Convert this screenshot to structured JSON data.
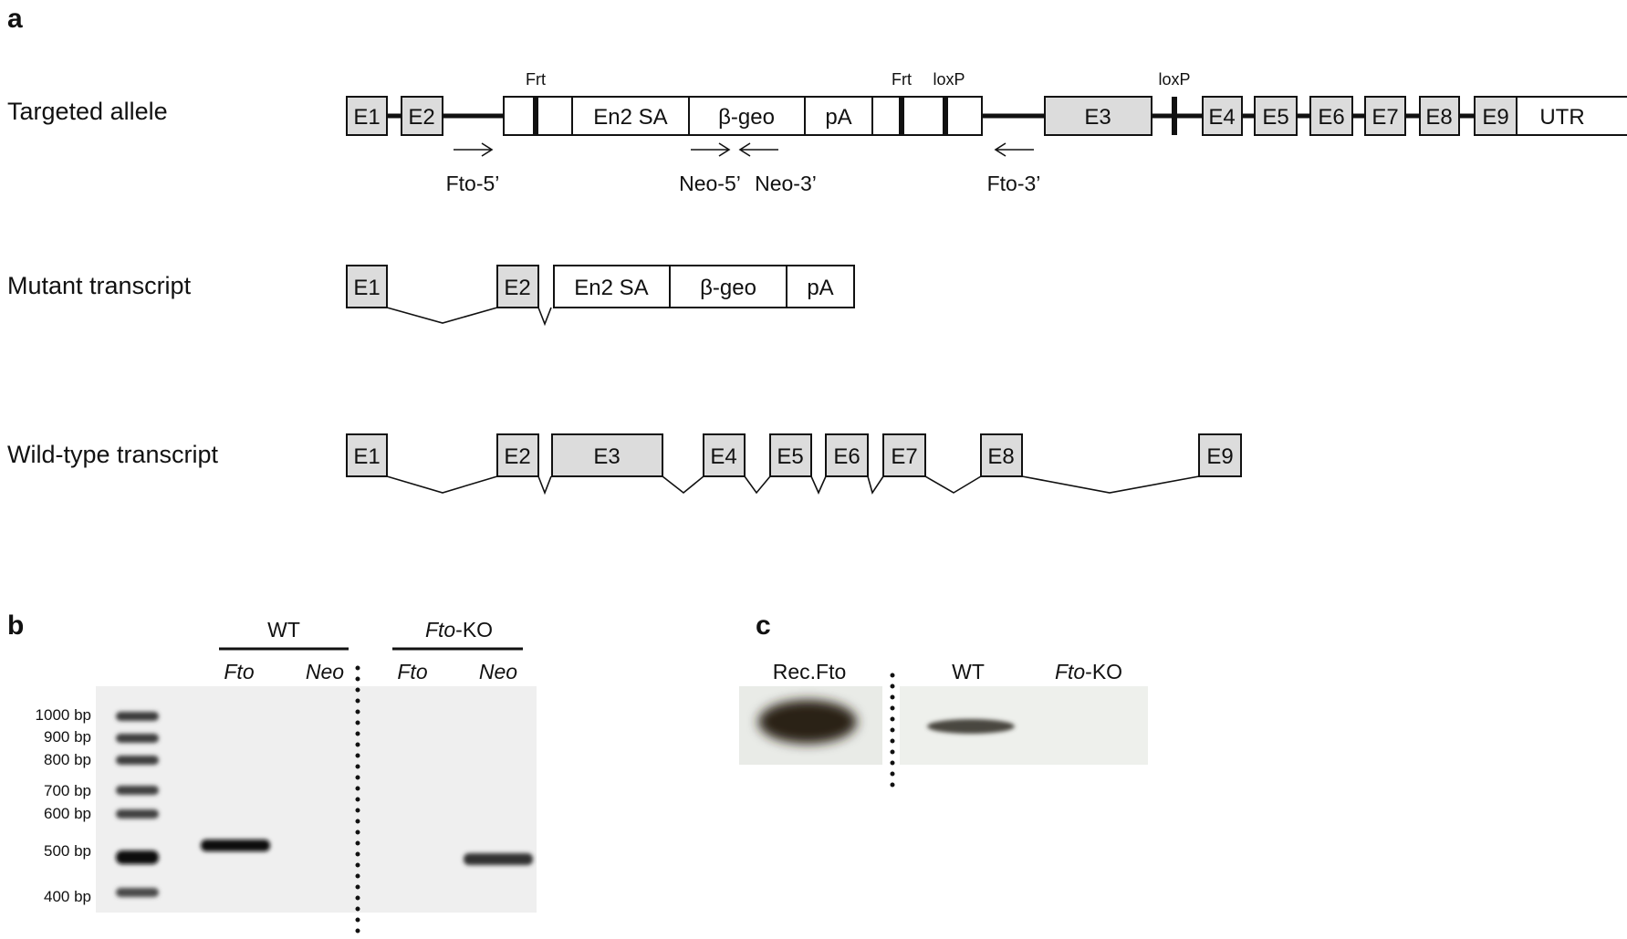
{
  "panels": {
    "a": "a",
    "b": "b",
    "c": "c"
  },
  "rows": {
    "targeted": "Targeted allele",
    "mutant": "Mutant transcript",
    "wildtype": "Wild-type transcript"
  },
  "targeted": {
    "exons_left": [
      "E1",
      "E2"
    ],
    "cassette": [
      "En2 SA",
      "β-geo",
      "pA"
    ],
    "exon3": "E3",
    "exons_right": [
      "E4",
      "E5",
      "E6",
      "E7",
      "E8",
      "E9"
    ],
    "utr": "UTR",
    "site_frt1": "Frt",
    "site_frt2": "Frt",
    "site_loxp1": "loxP",
    "site_loxp2": "loxP",
    "primers": {
      "fto5": "Fto-5’",
      "neo5": "Neo-5’",
      "neo3": "Neo-3’",
      "fto3": "Fto-3’"
    }
  },
  "mutant": {
    "exons": [
      "E1",
      "E2"
    ],
    "cassette": [
      "En2 SA",
      "β-geo",
      "pA"
    ]
  },
  "wildtype": {
    "exons": [
      "E1",
      "E2",
      "E3",
      "E4",
      "E5",
      "E6",
      "E7",
      "E8",
      "E9"
    ]
  },
  "gel_b": {
    "group_wt": "WT",
    "group_ko_italic": "Fto",
    "group_ko_rest": "-KO",
    "lanes": [
      "Fto",
      "Neo",
      "Fto",
      "Neo"
    ],
    "ladder": [
      "1000 bp",
      "900 bp",
      "800 bp",
      "700 bp",
      "600 bp",
      "500 bp",
      "400 bp"
    ]
  },
  "blot_c": {
    "lane_rec": "Rec.Fto",
    "lane_wt": "WT",
    "lane_ko_italic": "Fto",
    "lane_ko_rest": "-KO"
  }
}
